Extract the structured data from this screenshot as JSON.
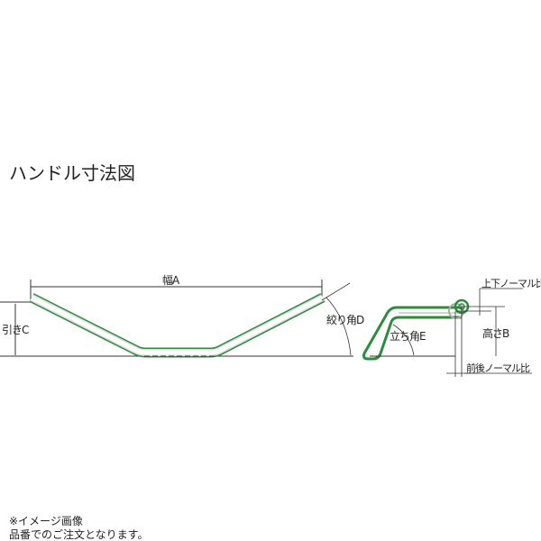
{
  "title": "ハンドル寸法図",
  "labels": {
    "width": "幅A",
    "pullback": "引きC",
    "sweep_angle": "絞り角D",
    "rise_angle": "立ち角E",
    "height": "高さB",
    "vertical_offset": "上下ノーマル比",
    "fore_aft_offset": "前後ノーマル比"
  },
  "footer": {
    "note1": "※イメージ画像",
    "note2": "品番でのご注文となります。"
  },
  "colors": {
    "tube": "#2e8b3e",
    "line": "#333333"
  }
}
